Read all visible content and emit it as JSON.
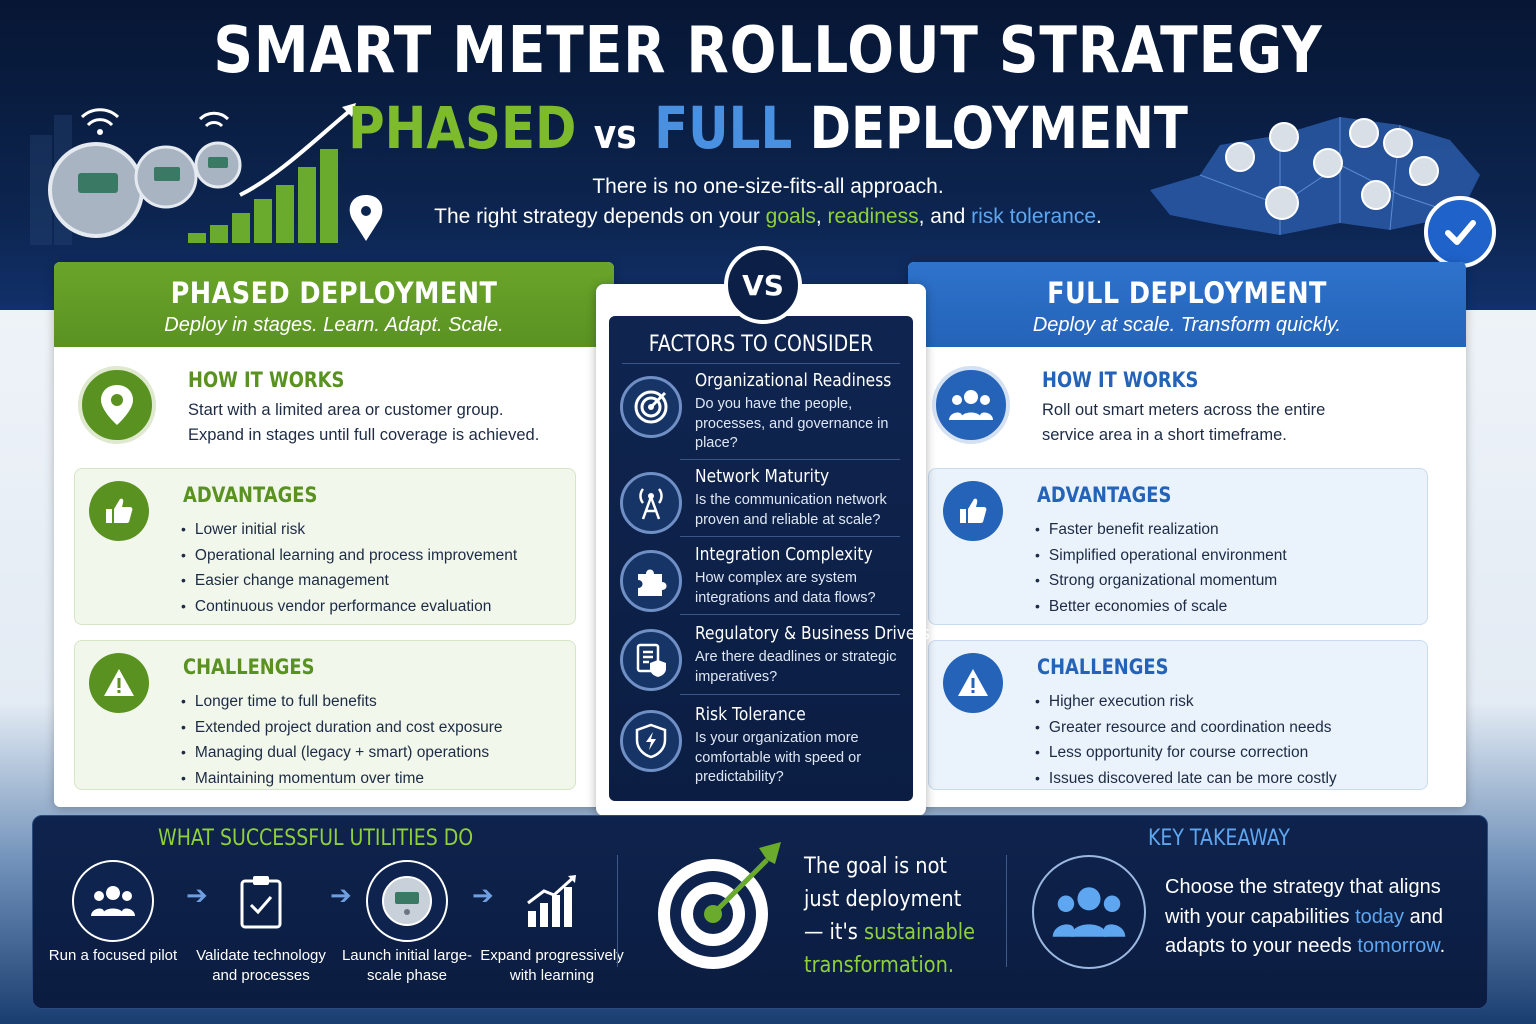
{
  "title": "SMART METER ROLLOUT STRATEGY",
  "subtitle": {
    "phased": "PHASED",
    "vs": "vs",
    "full": "FULL",
    "deployment": "DEPLOYMENT"
  },
  "intro": {
    "line1": "There is no one-size-fits-all approach.",
    "line2_start": "The right strategy depends on your ",
    "goals": "goals",
    "comma": ", ",
    "readiness": "readiness",
    "and": ", and ",
    "risk": "risk tolerance",
    "period": "."
  },
  "colors": {
    "green": "#5a9222",
    "blue": "#2463b8",
    "navy": "#0b1d42",
    "accent_green": "#8fd13a",
    "accent_blue": "#5ea6f0"
  },
  "phased": {
    "title": "PHASED DEPLOYMENT",
    "tagline": "Deploy in stages. Learn. Adapt. Scale.",
    "how_title": "HOW IT WORKS",
    "how_line1": "Start with a limited area or customer group.",
    "how_line2": "Expand in stages until full coverage is achieved.",
    "adv_title": "ADVANTAGES",
    "advantages": [
      "Lower initial risk",
      "Operational learning and process improvement",
      "Easier change management",
      "Continuous vendor performance evaluation"
    ],
    "chal_title": "CHALLENGES",
    "challenges": [
      "Longer time to full benefits",
      "Extended project duration and cost exposure",
      "Managing dual (legacy + smart) operations",
      "Maintaining momentum over time"
    ]
  },
  "full": {
    "title": "FULL DEPLOYMENT",
    "tagline": "Deploy at scale. Transform quickly.",
    "how_title": "HOW IT WORKS",
    "how_line1": "Roll out smart meters across the entire",
    "how_line2": "service area in a short timeframe.",
    "adv_title": "ADVANTAGES",
    "advantages": [
      "Faster benefit realization",
      "Simplified operational environment",
      "Strong organizational momentum",
      "Better economies of scale"
    ],
    "chal_title": "CHALLENGES",
    "challenges": [
      "Higher execution risk",
      "Greater resource and coordination needs",
      "Less opportunity for course correction",
      "Issues discovered late can be more costly"
    ]
  },
  "vs_label": "VS",
  "factors": {
    "title": "FACTORS TO CONSIDER",
    "items": [
      {
        "title": "Organizational Readiness",
        "text": "Do you have the people, processes, and governance in place?",
        "icon": "target-icon"
      },
      {
        "title": "Network Maturity",
        "text": "Is the communication network proven and reliable at scale?",
        "icon": "antenna-icon"
      },
      {
        "title": "Integration Complexity",
        "text": "How complex are system integrations and data flows?",
        "icon": "puzzle-icon"
      },
      {
        "title": "Regulatory & Business Drivers",
        "text": "Are there deadlines or strategic imperatives?",
        "icon": "document-shield-icon"
      },
      {
        "title": "Risk Tolerance",
        "text": "Is your organization more comfortable with speed or predictability?",
        "icon": "shield-bolt-icon"
      }
    ]
  },
  "bottom": {
    "wsud_title": "WHAT SUCCESSFUL UTILITIES DO",
    "steps": [
      "Run a focused pilot",
      "Validate technology and processes",
      "Launch initial large-scale phase",
      "Expand progressively with learning"
    ],
    "goal_part1": "The goal is not just deployment—",
    "goal_part2": "it's ",
    "goal_part3": "sustainable transformation.",
    "kt_title": "KEY TAKEAWAY",
    "kt_part1": "Choose the strategy that aligns with your capabilities ",
    "kt_today": "today",
    "kt_part2": " and adapts to your needs ",
    "kt_tomorrow": "tomorrow",
    "kt_period": "."
  }
}
